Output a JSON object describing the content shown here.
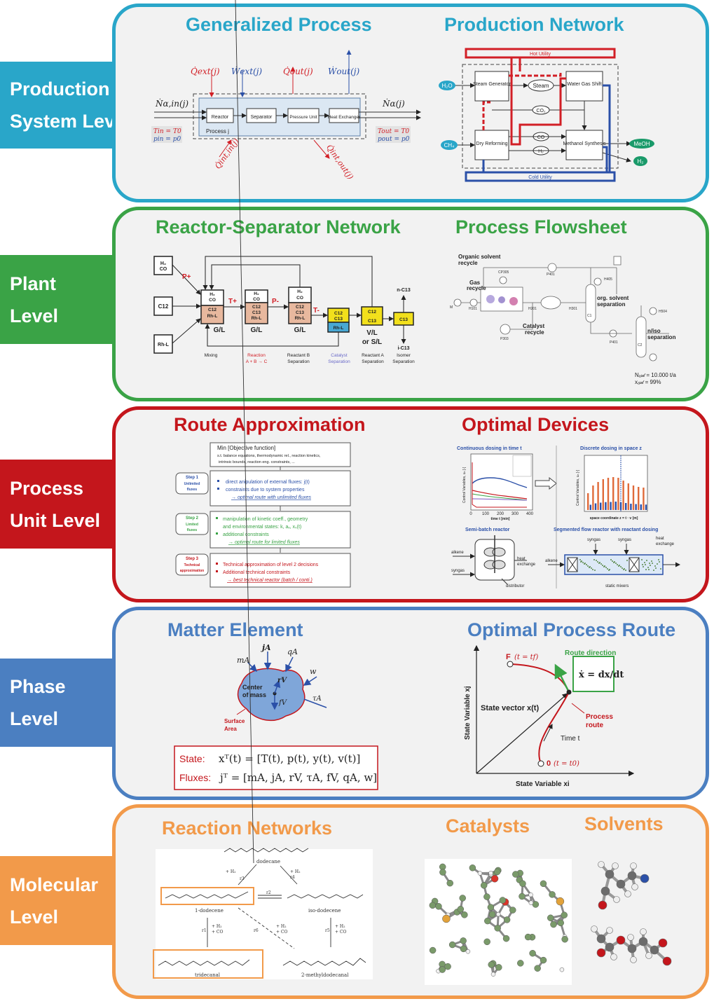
{
  "colors": {
    "production": "#29a6c9",
    "plant": "#3aa346",
    "unit": "#c4161c",
    "phase": "#4b7fc1",
    "molecular": "#f29a4a",
    "panel_bg": "#f2f2f2"
  },
  "levels": [
    {
      "line1": "Production",
      "line2": "System Level"
    },
    {
      "line1": "Plant",
      "line2": "Level"
    },
    {
      "line1": "Process",
      "line2": "Unit Level"
    },
    {
      "line1": "Phase",
      "line2": "Level"
    },
    {
      "line1": "Molecular",
      "line2": "Level"
    }
  ],
  "production": {
    "left_title": "Generalized Process",
    "right_title": "Production Network",
    "gp": {
      "q_ext": "Q̇ext(j)",
      "w_ext": "Ẇext(j)",
      "q_out": "Q̇out(j)",
      "w_out": "Ẇout(j)",
      "n_in": "Ṅα,in(j)",
      "n_out": "Ṅα(j)",
      "units": [
        "Reactor",
        "Separator",
        "Pressure Unit",
        "Heat Exchanger"
      ],
      "process": "Process j",
      "t_in": "Tin = T0",
      "p_in": "pin = p0",
      "t_out": "Tout = T0",
      "p_out": "pout = p0",
      "q_int_in": "Q̇int,in(j)",
      "q_int_out": "Q̇int,out(j)"
    },
    "pn": {
      "hot": "Hot Utility",
      "cold": "Cold Utility",
      "steam_gen": "Steam Generator",
      "steam": "Steam",
      "wgs": "Water Gas Shift",
      "co2": "CO₂",
      "co": "CO",
      "h2": "H₂",
      "dry": "Dry Reforming",
      "methanol": "Methanol Synthesis",
      "h2o": "H₂O",
      "ch4": "CH₄",
      "meoh": "MeOH",
      "h2_out": "H₂"
    }
  },
  "plant": {
    "left_title": "Reactor-Separator Network",
    "right_title": "Process Flowsheet",
    "rs": {
      "in1a": "H₂",
      "in1b": "CO",
      "in2": "C12",
      "in3": "Rh-L",
      "p_plus": "P+",
      "t_plus": "T+",
      "p_minus": "P-",
      "t_minus": "T-",
      "u1": [
        "H₂",
        "CO",
        "C12",
        "Rh-L"
      ],
      "u1_phase": "G/L",
      "u2": [
        "H₂",
        "CO",
        "C12",
        "C13",
        "Rh-L"
      ],
      "u2_phase": "G/L",
      "u3": [
        "H₂",
        "CO",
        "C12",
        "C13",
        "Rh-L"
      ],
      "u3_phase": "G/L",
      "u4": [
        "C12",
        "C13",
        "Rh-L"
      ],
      "u5": [
        "C12",
        "C13"
      ],
      "u5_phase_a": "V/L",
      "u5_phase_b": "or S/L",
      "u6": "C13",
      "n_c13": "n-C13",
      "i_c13": "i-C13",
      "steps": [
        "Mixing",
        "Reaction",
        "A + B → C",
        "Reactant B",
        "Separation",
        "Catalyst",
        "Separation",
        "Reactant A",
        "Separation",
        "Isomer",
        "Separation"
      ]
    },
    "pf": {
      "organic": "Organic solvent",
      "recycle": "recycle",
      "gas": "Gas",
      "gas_recycle": "recycle",
      "org_sep_a": "org. solvent",
      "org_sep_b": "separation",
      "cat_a": "Catalyst",
      "cat_b": "recycle",
      "iso_a": "n/iso",
      "iso_b": "separation",
      "n_ald": "Nₐₗ𝒹 = 10.000 t/a",
      "x_ald": "xₐₗ𝒹 = 99%",
      "tags": [
        "P401",
        "CP305",
        "H101",
        "H201",
        "H301",
        "H405",
        "H504",
        "P303",
        "P401",
        "C1",
        "C2",
        "M"
      ]
    }
  },
  "unit": {
    "left_title": "Route Approximation",
    "right_title": "Optimal Devices",
    "ra": {
      "min": "Min [Objective function]",
      "st1": "s.t. balance equations, thermodynamic rel., reaction kinetics,",
      "st2": "intrinsic bounds, reaction eng. constraints, ...",
      "step1": [
        "Step 1",
        "Unlimited",
        "fluxes"
      ],
      "step1_lines": [
        "direct anipulation of external fluxes: j(t)",
        "constraints due to system properties",
        "→ optimal route with unlimited fluxes"
      ],
      "step2": [
        "Step 2",
        "Limited",
        "fluxes"
      ],
      "step2_lines": [
        "manipulation of kinetic coeff., geometry",
        "and environmental states: k, aᵥ, xₛ(t)",
        "additional constraints",
        "→ optimal route for limited fluxes"
      ],
      "step3": [
        "Step 3",
        "Technical",
        "approximation"
      ],
      "step3_lines": [
        "Technical approximation of level 2 decisions",
        "Additional technical constraints",
        "→ best technical reactor (batch / conti.)"
      ]
    },
    "od": {
      "cont": "Continuous dosing in time t",
      "disc": "Discrete dosing in space z",
      "ylabel": "Control Variables, uₙ [-]",
      "xlabel_t": "time t [min]",
      "xlabel_z": "space coordinate z = t · v [m]",
      "t_ticks": [
        "0",
        "100",
        "200",
        "300",
        "400"
      ],
      "semi": "Semi-batch reactor",
      "seg": "Segmented flow reactor with reactant dosing",
      "alkene": "alkene",
      "syngas": "syngas",
      "heat": "heat",
      "exchange": "exchange",
      "distributor": "distributor",
      "static": "static mixers"
    }
  },
  "phase": {
    "left_title": "Matter Element",
    "right_title": "Optimal Process Route",
    "me": {
      "jA": "jA",
      "qA": "qA",
      "mA": "mA",
      "w": "w",
      "rV": "rV",
      "fV": "fV",
      "tauA": "τA",
      "center": "Center",
      "of_mass": "of mass",
      "surface": "Surface",
      "area": "Area",
      "state_label": "State:",
      "state_eq": "xᵀ(t) = [T(t), p(t), y(t), v(t)]",
      "flux_label": "Fluxes:",
      "flux_eq": "jᵀ = [mA, jA, rV, τA, fV, qA, w]"
    },
    "opr": {
      "f_label": "F",
      "f_cond": "(t = tf)",
      "route_dir": "Route direction",
      "eq": "ẋ = dx/dt",
      "state_vec": "State vector x(t)",
      "proc1": "Process",
      "proc2": "route",
      "time": "Time t",
      "zero": "0",
      "zero_cond": "(t = t0)",
      "y_axis": "State Variable xj",
      "x_axis": "State Variable xi"
    }
  },
  "molecular": {
    "titles": [
      "Reaction Networks",
      "Catalysts",
      "Solvents"
    ],
    "rn": {
      "dodecane": "dodecane",
      "dodecene": "1-dodecene",
      "iso": "iso-dodecene",
      "tridecanal": "tridecanal",
      "methyl": "2-methyldodecanal",
      "r1": "r1",
      "r2": "r2",
      "r3": "r3",
      "r4": "r4",
      "r5": "r5",
      "r6": "r6",
      "h2": "+ H₂",
      "co": "+ CO"
    }
  }
}
